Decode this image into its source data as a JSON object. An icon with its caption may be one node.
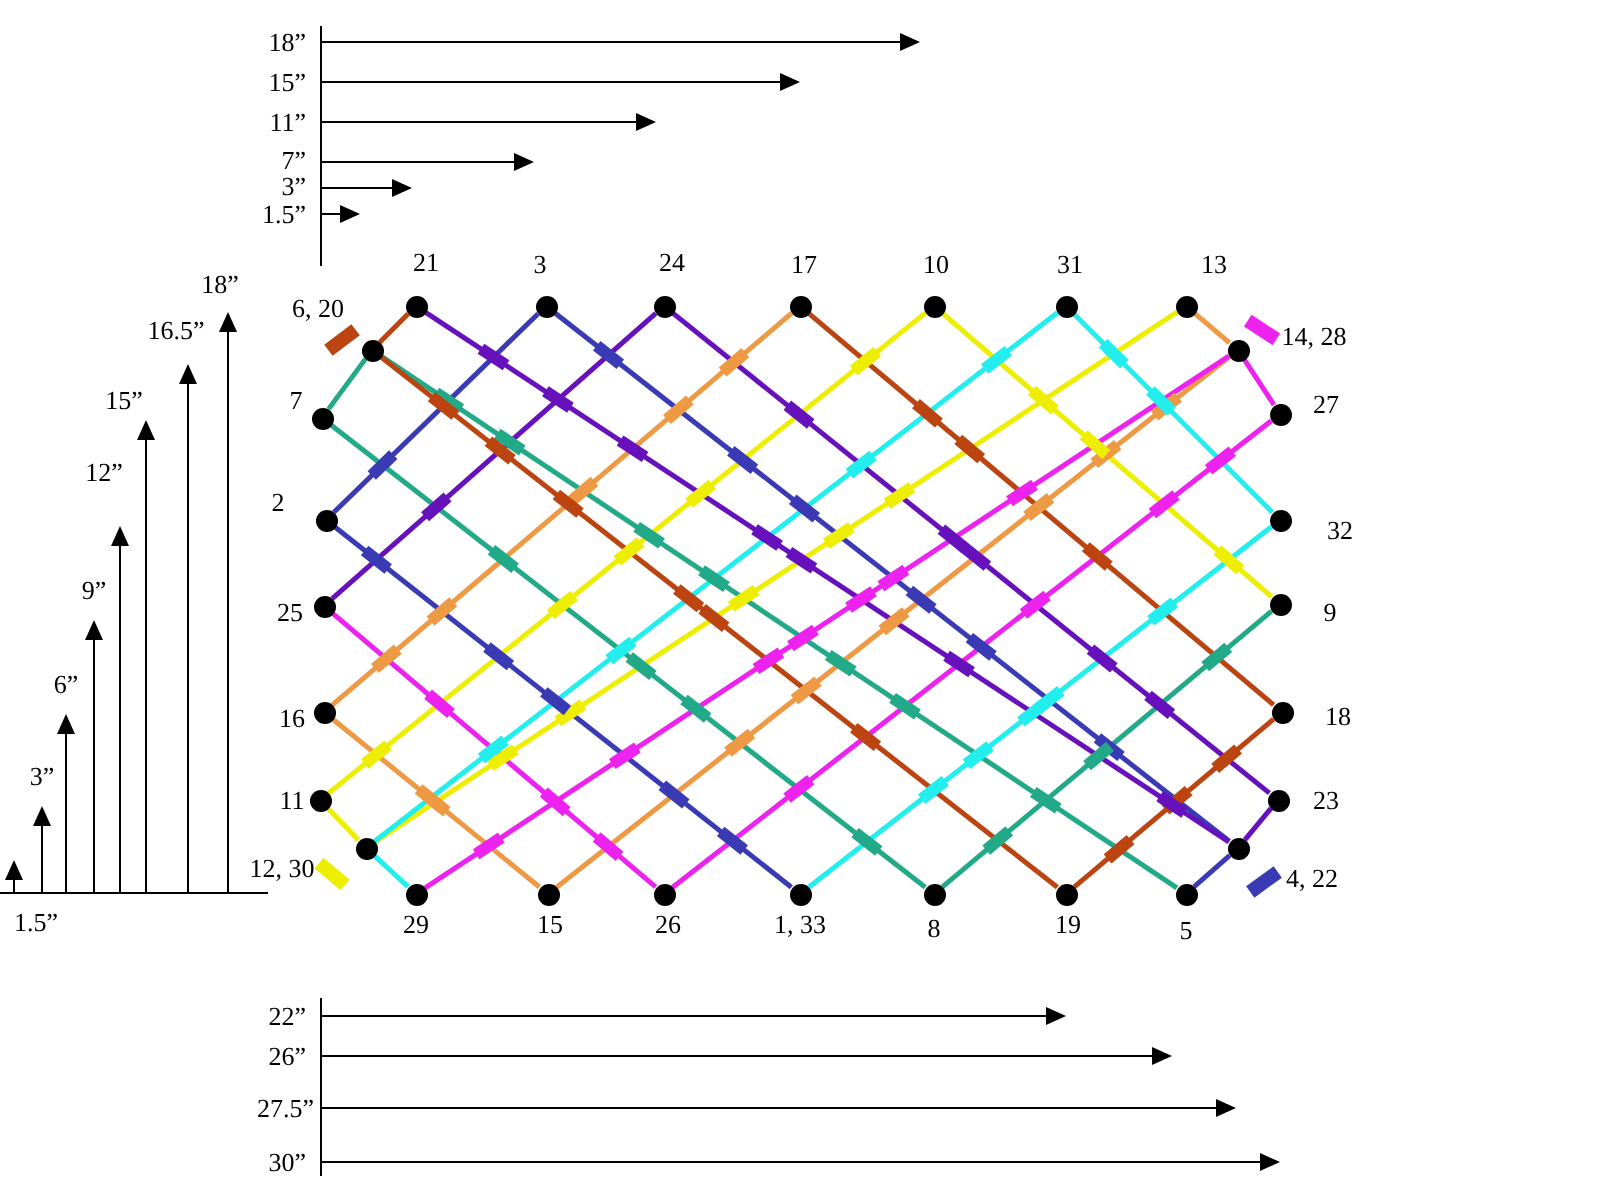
{
  "diagram": {
    "nodes": [
      {
        "text": [],
        "shape": "circle",
        "beside": [
          "21"
        ]
      },
      {
        "text": [],
        "shape": "circle",
        "beside": [
          "3"
        ]
      },
      {
        "text": [],
        "shape": "circle",
        "beside": [
          "24"
        ]
      },
      {
        "text": [],
        "shape": "circle",
        "beside": [
          "17"
        ]
      },
      {
        "text": [],
        "shape": "circle",
        "beside": [
          "10"
        ]
      },
      {
        "text": [],
        "shape": "circle",
        "beside": [
          "31"
        ]
      },
      {
        "text": [],
        "shape": "circle",
        "beside": [
          "13"
        ]
      },
      {
        "text": [],
        "shape": "circle",
        "beside": [
          "6, 20"
        ]
      },
      {
        "text": [],
        "shape": "circle",
        "beside": [
          "14, 28"
        ]
      },
      {
        "text": [],
        "shape": "circle",
        "beside": [
          "7"
        ]
      },
      {
        "text": [],
        "shape": "circle",
        "beside": [
          "27"
        ]
      },
      {
        "text": [],
        "shape": "circle",
        "beside": [
          "2"
        ]
      },
      {
        "text": [],
        "shape": "circle",
        "beside": [
          "32"
        ]
      },
      {
        "text": [],
        "shape": "circle",
        "beside": [
          "25"
        ]
      },
      {
        "text": [],
        "shape": "circle",
        "beside": [
          "9"
        ]
      },
      {
        "text": [],
        "shape": "circle",
        "beside": [
          "16"
        ]
      },
      {
        "text": [],
        "shape": "circle",
        "beside": [
          "18"
        ]
      },
      {
        "text": [],
        "shape": "circle",
        "beside": [
          "11"
        ]
      },
      {
        "text": [],
        "shape": "circle",
        "beside": [
          "23"
        ]
      },
      {
        "text": [],
        "shape": "circle",
        "beside": [
          "12, 30"
        ]
      },
      {
        "text": [],
        "shape": "circle",
        "beside": [
          "4, 22"
        ]
      },
      {
        "text": [],
        "shape": "circle",
        "beside": [
          "29"
        ]
      },
      {
        "text": [],
        "shape": "circle",
        "beside": [
          "15"
        ]
      },
      {
        "text": [],
        "shape": "circle",
        "beside": [
          "26"
        ]
      },
      {
        "text": [],
        "shape": "circle",
        "beside": [
          "1, 33"
        ]
      },
      {
        "text": [],
        "shape": "circle",
        "beside": [
          "8"
        ]
      },
      {
        "text": [],
        "shape": "circle",
        "beside": [
          "19"
        ]
      },
      {
        "text": [],
        "shape": "circle",
        "beside": [
          "5"
        ]
      }
    ],
    "edges": [
      {
        "from": 24,
        "to": 11,
        "arrow": "none",
        "color": "#3a3ab4"
      },
      {
        "from": 11,
        "to": 1,
        "arrow": "none",
        "color": "#3a3ab4"
      },
      {
        "from": 1,
        "to": 20,
        "arrow": "none",
        "color": "#3a3ab4"
      },
      {
        "from": 20,
        "to": 27,
        "arrow": "none",
        "color": "#3a3ab4"
      },
      {
        "from": 27,
        "to": 7,
        "arrow": "none",
        "color": "#22aa88"
      },
      {
        "from": 7,
        "to": 9,
        "arrow": "none",
        "color": "#22aa88"
      },
      {
        "from": 9,
        "to": 25,
        "arrow": "none",
        "color": "#22aa88"
      },
      {
        "from": 25,
        "to": 14,
        "arrow": "none",
        "color": "#22aa88"
      },
      {
        "from": 14,
        "to": 4,
        "arrow": "none",
        "color": "#eeee00"
      },
      {
        "from": 4,
        "to": 17,
        "arrow": "none",
        "color": "#eeee00"
      },
      {
        "from": 17,
        "to": 19,
        "arrow": "none",
        "color": "#eeee00"
      },
      {
        "from": 19,
        "to": 6,
        "arrow": "none",
        "color": "#eeee00"
      },
      {
        "from": 6,
        "to": 8,
        "arrow": "none",
        "color": "#ee9944"
      },
      {
        "from": 8,
        "to": 22,
        "arrow": "none",
        "color": "#ee9944"
      },
      {
        "from": 22,
        "to": 15,
        "arrow": "none",
        "color": "#ee9944"
      },
      {
        "from": 15,
        "to": 3,
        "arrow": "none",
        "color": "#ee9944"
      },
      {
        "from": 3,
        "to": 16,
        "arrow": "none",
        "color": "#bb4411"
      },
      {
        "from": 16,
        "to": 26,
        "arrow": "none",
        "color": "#bb4411"
      },
      {
        "from": 26,
        "to": 7,
        "arrow": "none",
        "color": "#bb4411"
      },
      {
        "from": 7,
        "to": 0,
        "arrow": "none",
        "color": "#bb4411"
      },
      {
        "from": 0,
        "to": 20,
        "arrow": "none",
        "color": "#6611bb"
      },
      {
        "from": 20,
        "to": 18,
        "arrow": "none",
        "color": "#6611bb"
      },
      {
        "from": 18,
        "to": 2,
        "arrow": "none",
        "color": "#6611bb"
      },
      {
        "from": 2,
        "to": 13,
        "arrow": "none",
        "color": "#6611bb"
      },
      {
        "from": 13,
        "to": 23,
        "arrow": "none",
        "color": "#ee22ee"
      },
      {
        "from": 23,
        "to": 10,
        "arrow": "none",
        "color": "#ee22ee"
      },
      {
        "from": 10,
        "to": 8,
        "arrow": "none",
        "color": "#ee22ee"
      },
      {
        "from": 8,
        "to": 21,
        "arrow": "none",
        "color": "#ee22ee"
      },
      {
        "from": 21,
        "to": 19,
        "arrow": "none",
        "color": "#22eeee"
      },
      {
        "from": 19,
        "to": 5,
        "arrow": "none",
        "color": "#22eeee"
      },
      {
        "from": 5,
        "to": 12,
        "arrow": "none",
        "color": "#22eeee"
      },
      {
        "from": 12,
        "to": 24,
        "arrow": "none",
        "color": "#22eeee"
      }
    ],
    "labels": [
      "18”",
      "15”",
      "11”",
      "7”",
      "3”",
      "1.5”",
      "18”",
      "16.5”",
      "15”",
      "12”",
      "9”",
      "6”",
      "3”",
      "1.5”",
      "22”",
      "26”",
      "27.5”",
      "30”"
    ]
  }
}
